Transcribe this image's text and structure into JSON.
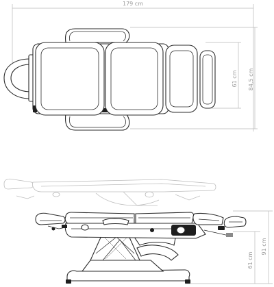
{
  "dimensions": {
    "top_width": "179 cm",
    "top_inner_height": "61 cm",
    "top_outer_height": "84,5 cm",
    "side_seat_height": "61 cm",
    "side_total_height": "91 cm"
  },
  "colors": {
    "outline": "#2b2b2b",
    "dimension": "#9a9a9a",
    "ghost": "#bdbdbd"
  }
}
